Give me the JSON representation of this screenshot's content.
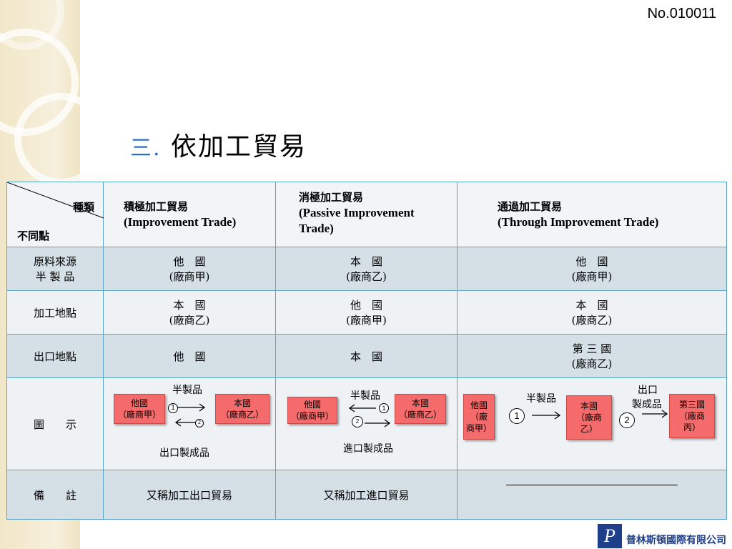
{
  "doc_number": "No.010011",
  "title": {
    "num": "三.",
    "text": "依加工貿易"
  },
  "corner": {
    "top": "種類",
    "bottom": "不同點"
  },
  "columns": [
    {
      "zh": "積極加工貿易",
      "en": "(Improvement Trade)"
    },
    {
      "zh": "消極加工貿易",
      "en1": "(Passive Improvement",
      "en2": "Trade)"
    },
    {
      "zh": "通過加工貿易",
      "en": "(Through Improvement Trade)"
    }
  ],
  "rows": {
    "source": {
      "label1": "原料來源",
      "label2": "半 製 品",
      "c1": [
        "他　國",
        "(廠商甲)"
      ],
      "c2": [
        "本　國",
        "(廠商乙)"
      ],
      "c3": [
        "他　國",
        "(廠商甲)"
      ]
    },
    "processing": {
      "label": "加工地點",
      "c1": [
        "本　國",
        "(廠商乙)"
      ],
      "c2": [
        "他　國",
        "(廠商甲)"
      ],
      "c3": [
        "本　國",
        "(廠商乙)"
      ]
    },
    "export": {
      "label": "出口地點",
      "c1": "他　國",
      "c2": "本　國",
      "c3": [
        "第 三 國",
        "(廠商乙)"
      ]
    },
    "diagram": {
      "label": "圖　　示",
      "d1": {
        "box_left1": "他國",
        "box_left2": "（廠商甲）",
        "box_right1": "本國",
        "box_right2": "（廠商乙）",
        "top_label": "半製品",
        "bottom_label": "出口製成品",
        "n1": "1",
        "n2": "2"
      },
      "d2": {
        "box_left1": "他國",
        "box_left2": "（廠商甲）",
        "box_right1": "本國",
        "box_right2": "（廠商乙）",
        "top_label": "半製品",
        "bottom_label": "進口製成品",
        "n1": "1",
        "n2": "2"
      },
      "d3": {
        "box_a1": "他國",
        "box_a2": "（廠",
        "box_a3": "商甲）",
        "box_b1": "本國",
        "box_b2": "（廠商",
        "box_b3": "乙）",
        "box_c1": "第三國",
        "box_c2": "（廠商",
        "box_c3": "丙）",
        "label1": "半製品",
        "label2a": "出口",
        "label2b": "製成品",
        "n1": "1",
        "n2": "2"
      }
    },
    "notes": {
      "label": "備　　註",
      "c1": "又稱加工出口貿易",
      "c2": "又稱加工進口貿易"
    }
  },
  "company": "普林斯頓國際有限公司",
  "logo_letter": "P"
}
